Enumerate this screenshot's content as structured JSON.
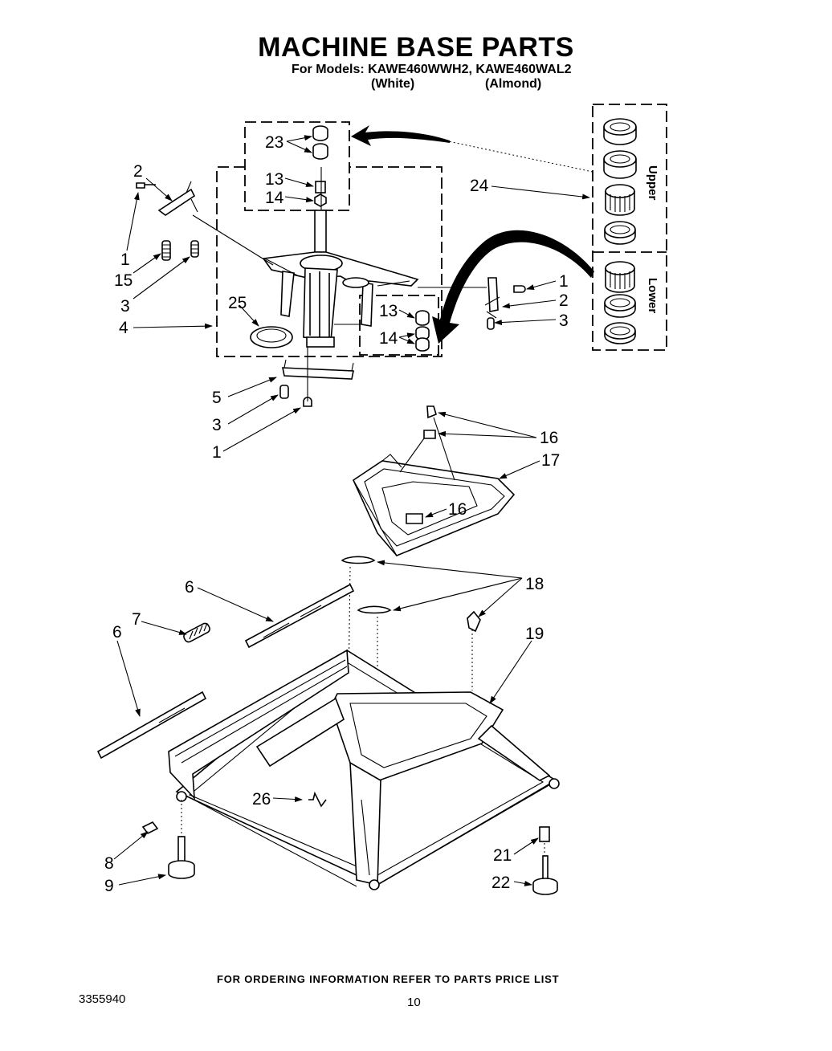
{
  "header": {
    "title": "MACHINE BASE PARTS",
    "models_line": "For Models: KAWE460WWH2, KAWE460WAL2",
    "color_white": "(White)",
    "color_almond": "(Almond)"
  },
  "bearing_kit": {
    "upper_label": "Upper",
    "lower_label": "Lower"
  },
  "callouts": {
    "c23": "23",
    "c13a": "13",
    "c14a": "14",
    "c2a": "2",
    "c1a": "1",
    "c15": "15",
    "c3a": "3",
    "c4": "4",
    "c25": "25",
    "c24": "24",
    "c1b": "1",
    "c2b": "2",
    "c3b": "3",
    "c13b": "13",
    "c14b": "14",
    "c5": "5",
    "c3c": "3",
    "c1c": "1",
    "c16a": "16",
    "c17": "17",
    "c16b": "16",
    "c6a": "6",
    "c7": "7",
    "c6b": "6",
    "c18": "18",
    "c19": "19",
    "c26": "26",
    "c8": "8",
    "c9": "9",
    "c21": "21",
    "c22": "22"
  },
  "footer": {
    "note": "FOR ORDERING INFORMATION REFER TO PARTS PRICE LIST",
    "doc_number": "3355940",
    "page_number": "10"
  }
}
